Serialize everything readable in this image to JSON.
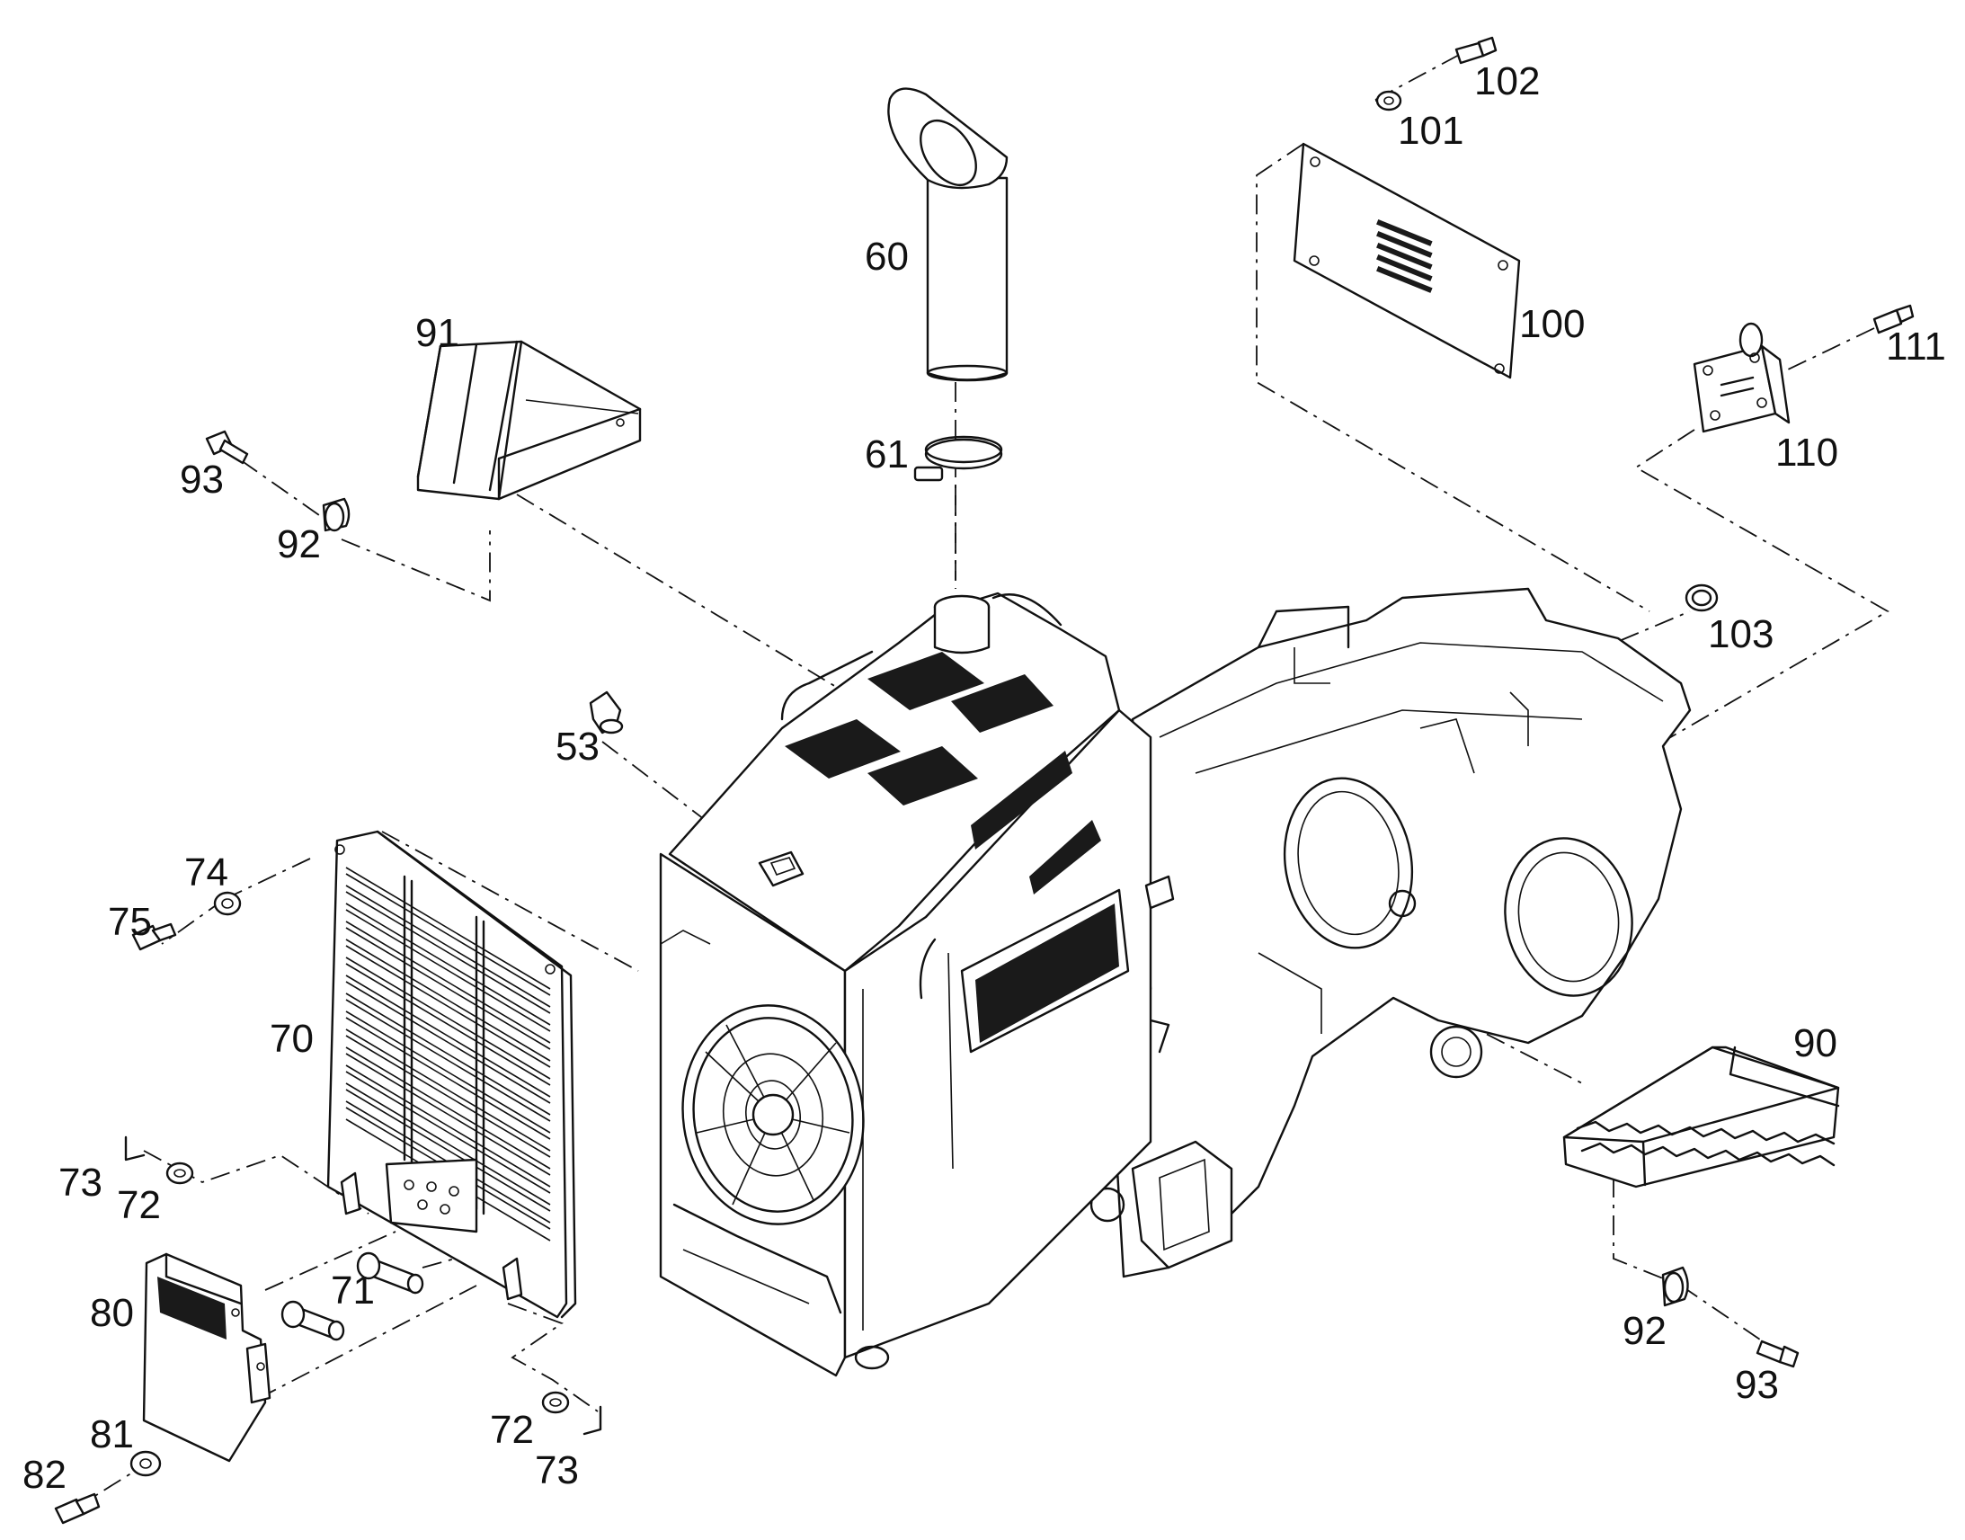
{
  "labels": {
    "l53": "53",
    "l60": "60",
    "l61": "61",
    "l70": "70",
    "l71": "71",
    "l72a": "72",
    "l72b": "72",
    "l73a": "73",
    "l73b": "73",
    "l74": "74",
    "l75": "75",
    "l80": "80",
    "l81": "81",
    "l82": "82",
    "l90": "90",
    "l91": "91",
    "l92a": "92",
    "l92b": "92",
    "l93a": "93",
    "l93b": "93",
    "l100": "100",
    "l101": "101",
    "l102": "102",
    "l103": "103",
    "l110": "110",
    "l111": "111"
  }
}
